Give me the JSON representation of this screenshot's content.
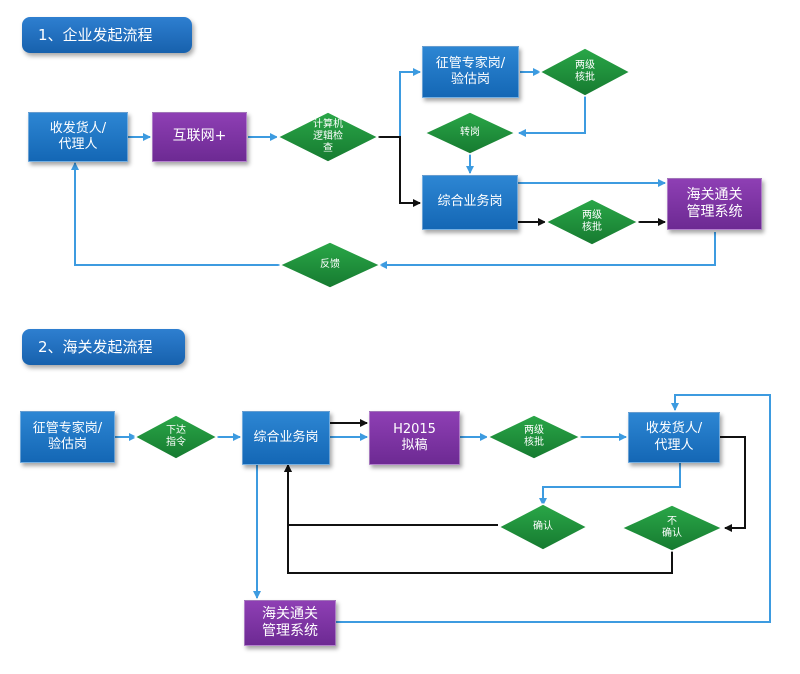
{
  "section1": {
    "title": "1、企业发起流程"
  },
  "section2": {
    "title": "2、海关发起流程"
  },
  "flow1": {
    "shipper": "收发货人/\n代理人",
    "internet": "互联网+",
    "computer_check": "计算机\n逻辑检\n查",
    "expert_post": "征管专家岗/\n验估岗",
    "two_level_top": "两级\n核批",
    "transfer": "转岗",
    "general_post": "综合业务岗",
    "two_level_bottom": "两级\n核批",
    "customs_system": "海关通关\n管理系统",
    "feedback": "反馈"
  },
  "flow2": {
    "expert_post": "征管专家岗/\n验估岗",
    "issue_order": "下达\n指令",
    "general_post": "综合业务岗",
    "h2015": "H2015\n拟稿",
    "two_level": "两级\n核批",
    "shipper": "收发货人/\n代理人",
    "confirm": "确认",
    "not_confirm": "不\n确认",
    "customs_system": "海关通关\n管理系统"
  },
  "colors": {
    "box_blue": "#1a6fc0",
    "box_purple": "#7b2fa3",
    "diamond_green": "#1e8c3a",
    "line_blue": "#3d9be0",
    "line_black": "#111111"
  }
}
